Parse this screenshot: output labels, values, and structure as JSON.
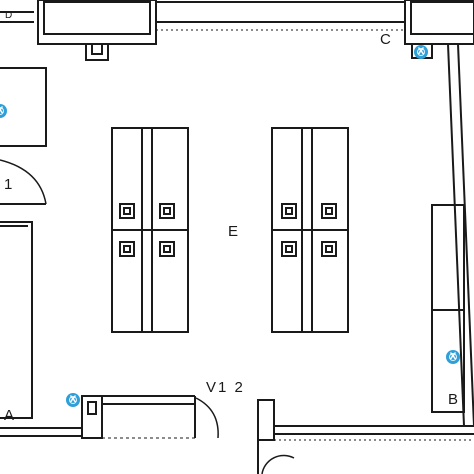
{
  "labels": {
    "room": "E",
    "door": "V1 2",
    "corner_a": "A",
    "corner_b": "B",
    "corner_c": "C",
    "corner_d": "D",
    "left_door_number": "1"
  },
  "markers": [
    {
      "id": "marker-c",
      "glyph": "X"
    },
    {
      "id": "marker-a",
      "glyph": "X"
    },
    {
      "id": "marker-b",
      "glyph": "X"
    },
    {
      "id": "marker-left",
      "glyph": "X"
    }
  ],
  "colors": {
    "line": "#1a1a1a",
    "marker": "#2e9fd8",
    "background": "#ffffff"
  }
}
